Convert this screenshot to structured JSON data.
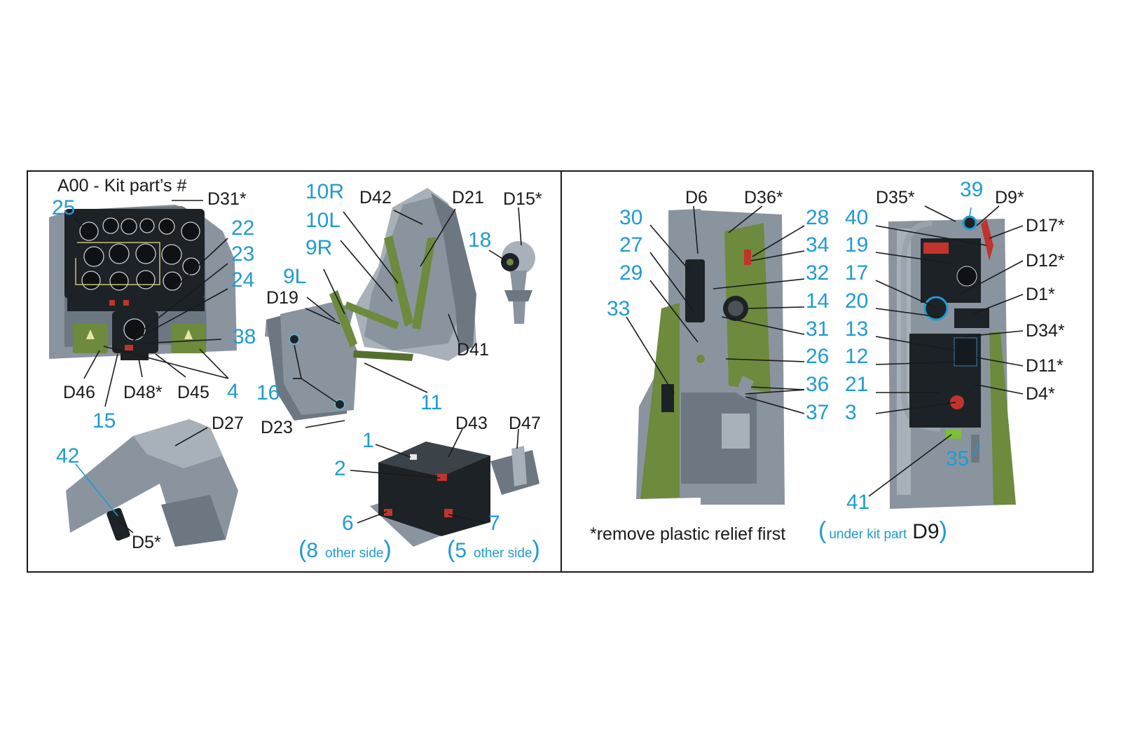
{
  "title": "A00 - Kit part’s #",
  "note_remove": "*remove plastic relief first",
  "left_panel": {
    "dashboard_labels": {
      "d31": "D31*",
      "n25": "25",
      "n22": "22",
      "n23": "23",
      "n24": "24",
      "n38": "38",
      "n4": "4",
      "d46": "D46",
      "d48": "D48*",
      "d45": "D45",
      "n15": "15"
    },
    "seat_labels": {
      "n10r": "10R",
      "n10l": "10L",
      "n9r": "9R",
      "n9l": "9L",
      "d42": "D42",
      "d21": "D21",
      "d19": "D19",
      "d41": "D41",
      "n16": "16",
      "n11": "11",
      "d23": "D23"
    },
    "stick_labels": {
      "d15": "D15*",
      "n18": "18"
    },
    "floor_labels": {
      "d27": "D27",
      "n42": "42",
      "d5": "D5*"
    },
    "box_labels": {
      "n1": "1",
      "n2": "2",
      "d43": "D43",
      "d47": "D47",
      "n6": "6",
      "n7": "7",
      "side8_num": "8",
      "side8_text": "other side",
      "side5_num": "5",
      "side5_text": "other side"
    }
  },
  "right_panel": {
    "left_wall_labels": {
      "d6": "D6",
      "d36": "D36*",
      "n30": "30",
      "n28": "28",
      "n27": "27",
      "n34": "34",
      "n29": "29",
      "n32": "32",
      "n33": "33",
      "n14": "14",
      "n31": "31",
      "n26": "26",
      "n36": "36",
      "n37": "37"
    },
    "right_wall_labels": {
      "d35": "D35*",
      "n39": "39",
      "d9": "D9*",
      "n40": "40",
      "d17": "D17*",
      "n19": "19",
      "d12": "D12*",
      "n17": "17",
      "d1": "D1*",
      "n20": "20",
      "d34": "D34*",
      "n13": "13",
      "n12": "12",
      "d11": "D11*",
      "n21": "21",
      "d4": "D4*",
      "n3": "3",
      "n35": "35",
      "n41": "41"
    },
    "under_note": {
      "text": "under kit part",
      "part": "D9"
    }
  },
  "colors": {
    "blue_label": "#1f9bd1",
    "dark_label": "#1a1a1a",
    "plastic_grey": "#8a949f",
    "olive_green": "#6d8a3d",
    "border": "#1a1a1a"
  }
}
